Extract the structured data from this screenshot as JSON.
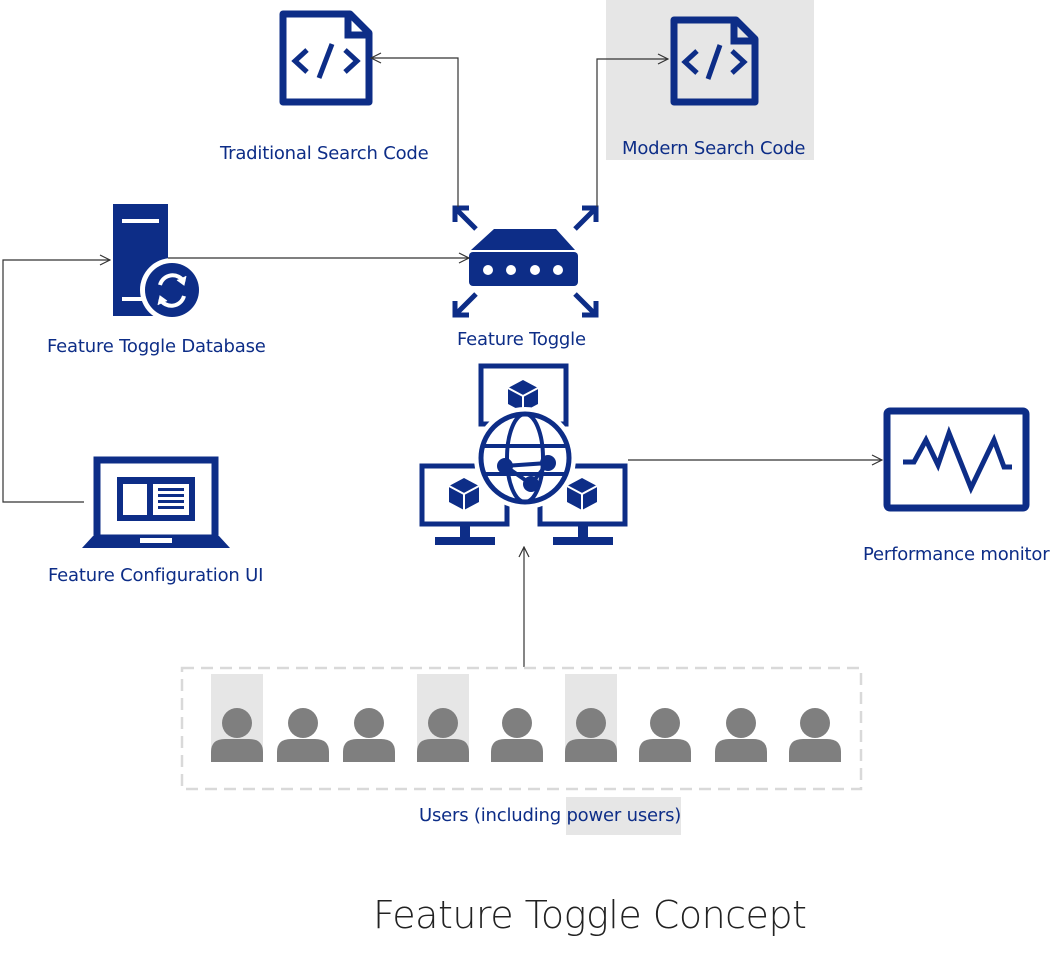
{
  "colors": {
    "icon": "#0d2d87",
    "user": "#7f7f7f",
    "highlight": "#e6e6e6",
    "connector": "#333333",
    "dashed_border": "#d9d9d9"
  },
  "labels": {
    "traditional_code": "Traditional Search Code",
    "modern_code": "Modern Search Code",
    "database": "Feature Toggle Database",
    "toggle": "Feature Toggle",
    "config_ui": "Feature Configuration UI",
    "monitor": "Performance monitor",
    "users_prefix": "Users (including ",
    "users_highlight": "power users)",
    "caption": "Feature Toggle Concept"
  },
  "users": [
    {
      "icon": "user-icon",
      "power_user": true
    },
    {
      "icon": "user-icon",
      "power_user": false
    },
    {
      "icon": "user-icon",
      "power_user": false
    },
    {
      "icon": "user-icon",
      "power_user": true
    },
    {
      "icon": "user-icon",
      "power_user": false
    },
    {
      "icon": "user-icon",
      "power_user": true
    },
    {
      "icon": "user-icon",
      "power_user": false
    },
    {
      "icon": "user-icon",
      "power_user": false
    },
    {
      "icon": "user-icon",
      "power_user": false
    }
  ],
  "icons": {
    "traditional_code": "code-file-icon",
    "modern_code": "code-file-icon",
    "database": "server-sync-icon",
    "toggle": "router-icon",
    "config_ui": "laptop-icon",
    "web_app": "web-app-icon",
    "monitor": "monitor-chart-icon"
  }
}
